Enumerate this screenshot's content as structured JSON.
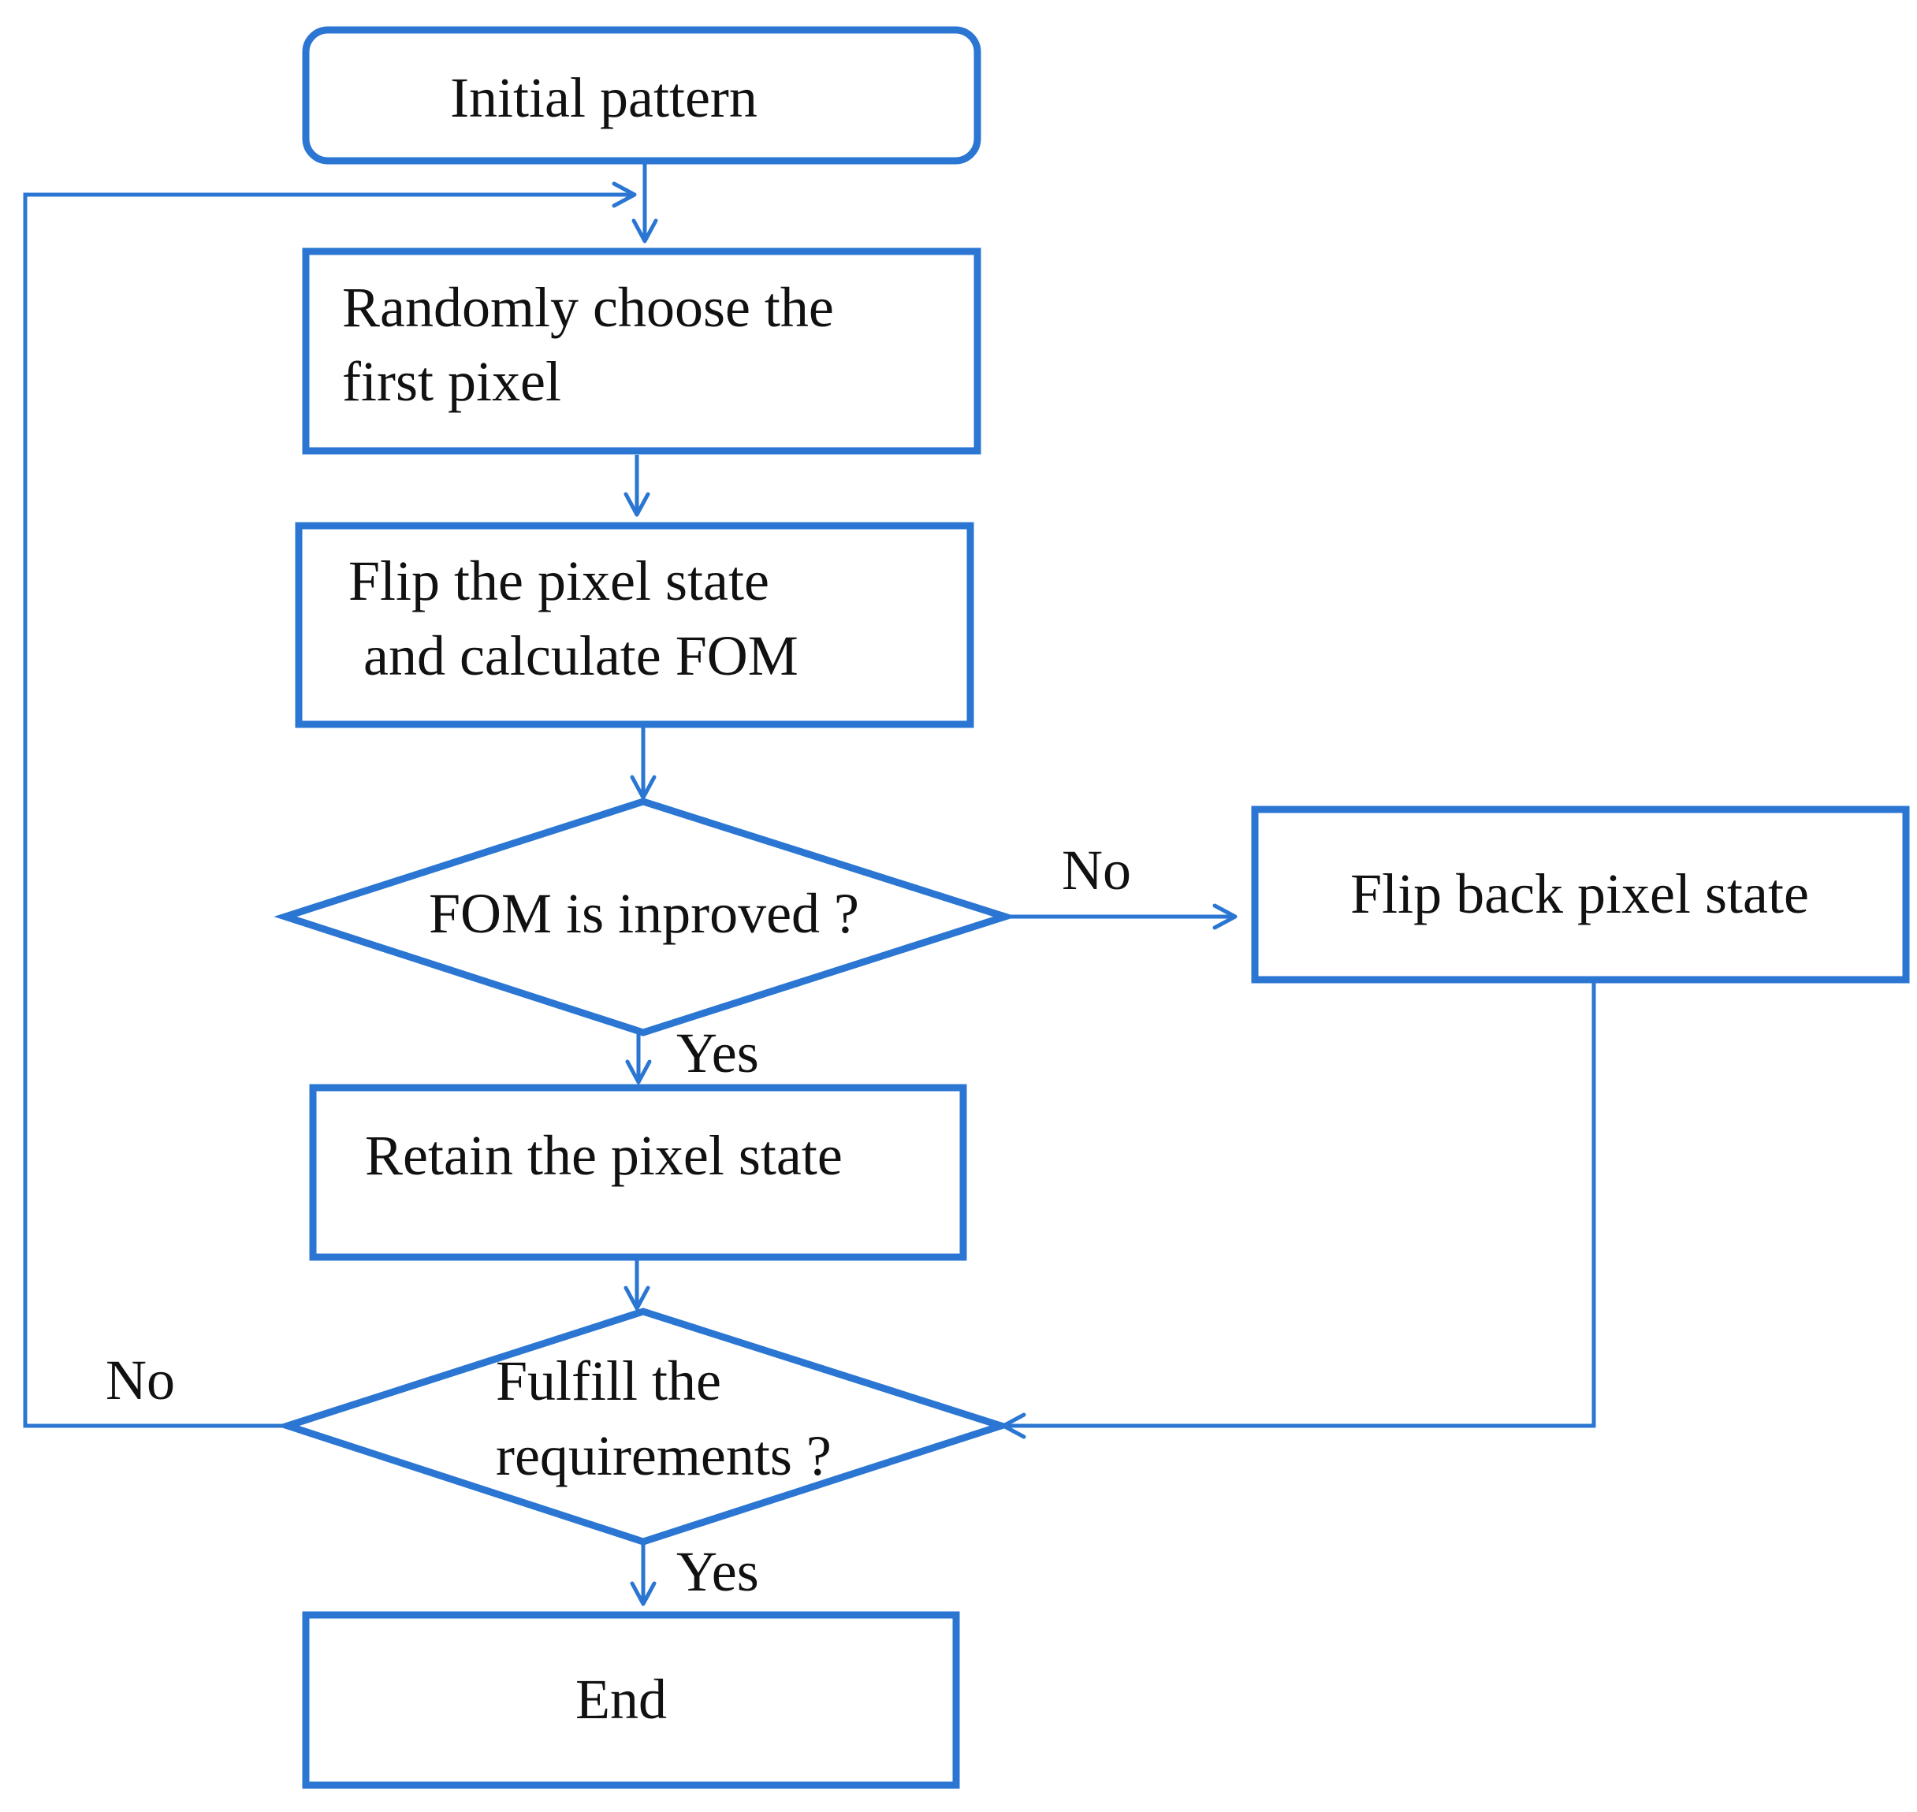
{
  "colors": {
    "stroke": "#2a76d2",
    "text": "#111111",
    "background": "#ffffff"
  },
  "nodes": {
    "start": {
      "shape": "rounded-rectangle",
      "text": "Initial pattern"
    },
    "choose": {
      "shape": "rectangle",
      "line1": "Randomly choose the",
      "line2": "first pixel"
    },
    "flip": {
      "shape": "rectangle",
      "line1": "Flip the pixel state",
      "line2": "and calculate FOM"
    },
    "decision1": {
      "shape": "diamond",
      "text": "FOM is inproved ?"
    },
    "flip_back": {
      "shape": "rectangle",
      "text": "Flip back pixel state"
    },
    "retain": {
      "shape": "rectangle",
      "text": "Retain the pixel state"
    },
    "decision2": {
      "shape": "diamond",
      "line1": "Fulfill the",
      "line2": "requirements ?"
    },
    "end": {
      "shape": "rectangle",
      "text": "End"
    }
  },
  "edges": {
    "d1_no": "No",
    "d1_yes": "Yes",
    "d2_no": "No",
    "d2_yes": "Yes"
  }
}
